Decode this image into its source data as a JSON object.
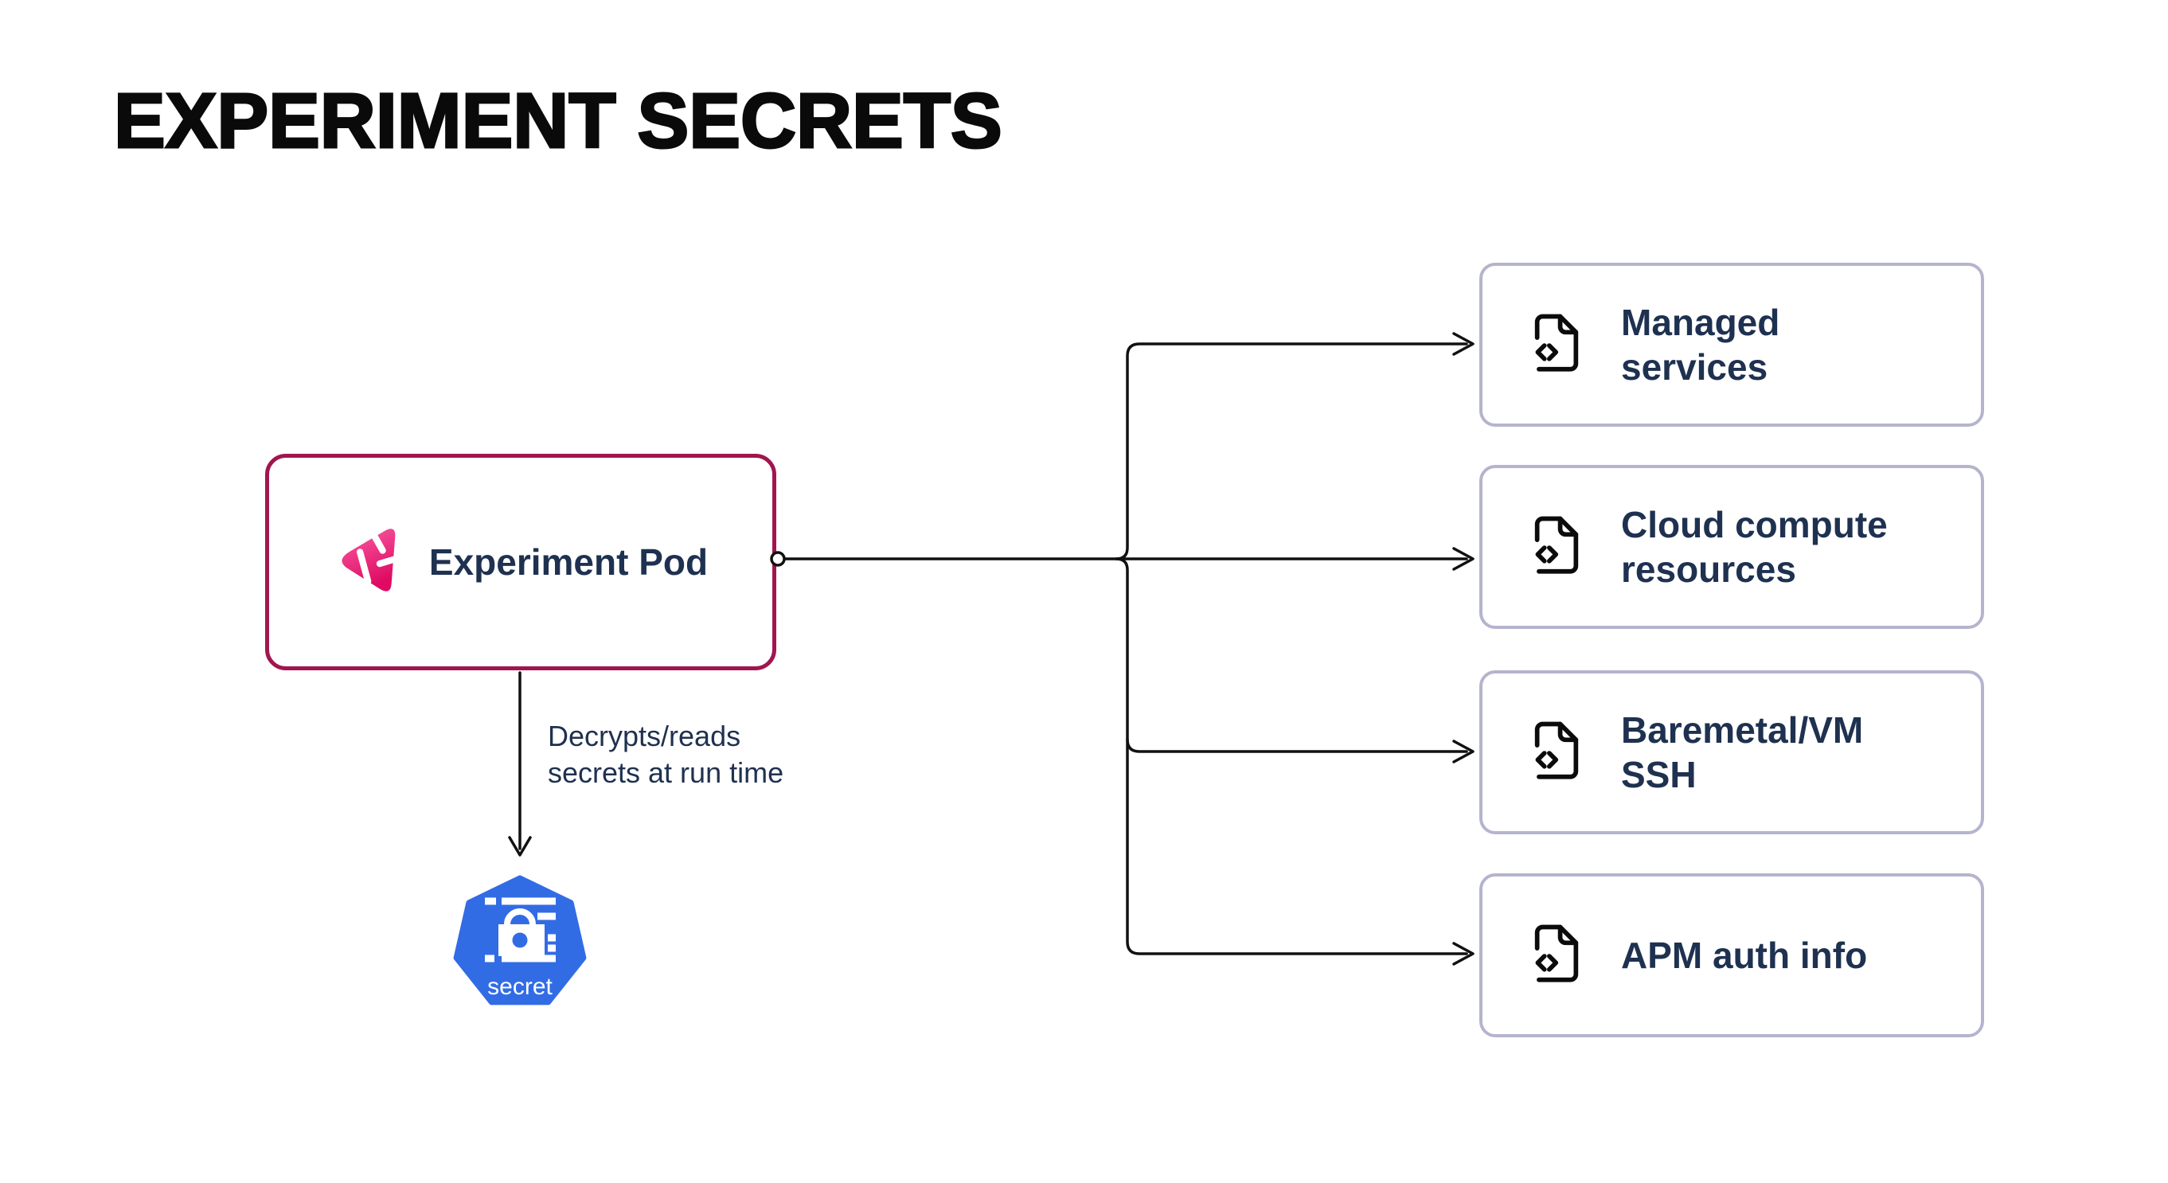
{
  "title": "EXPERIMENT SECRETS",
  "pod": {
    "label": "Experiment Pod",
    "icon": "litmus-experiment-icon"
  },
  "pod_to_secret_edge": {
    "annotation": "Decrypts/reads\nsecrets at run time"
  },
  "secret_node": {
    "label": "secret",
    "icon": "kubernetes-secret-icon"
  },
  "targets": [
    {
      "label": "Managed\nservices",
      "icon": "file-code-icon"
    },
    {
      "label": "Cloud compute\nresources",
      "icon": "file-code-icon"
    },
    {
      "label": "Baremetal/VM\nSSH",
      "icon": "file-code-icon"
    },
    {
      "label": "APM auth info",
      "icon": "file-code-icon"
    }
  ],
  "colors": {
    "pod_border": "#A1164F",
    "text_navy": "#1F3150",
    "target_border": "#B5B4CE",
    "kubernetes_blue": "#326CE5",
    "litmus_pink_light": "#FA5FA6",
    "litmus_pink_dark": "#DF0A62",
    "connector_line": "#111111",
    "title_color": "#0A0A0A",
    "background": "#FFFFFF"
  }
}
